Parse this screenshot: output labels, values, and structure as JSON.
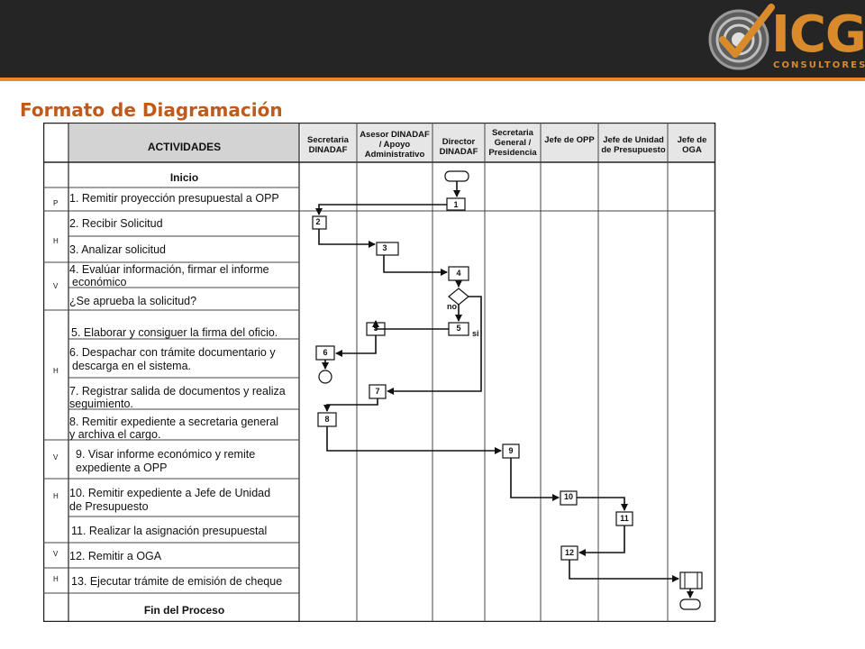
{
  "header": {
    "brand": "ICG",
    "brand_sub": "CONSULTORES"
  },
  "title": "Formato de Diagramación",
  "table": {
    "activities_header": "ACTIVIDADES",
    "roles": [
      "Secretaria DINADAF",
      "Asesor DINADAF / Apoyo Administrativo",
      "Director DINADAF",
      "Secretaria General / Presidencia",
      "Jefe de OPP",
      "Jefe de Unidad de Presupuesto",
      "Jefe de OGA"
    ],
    "start_label": "Inicio",
    "end_label": "Fin del Proceso",
    "codes": [
      "P",
      "H",
      "V",
      "H",
      "V",
      "H",
      "V",
      "H"
    ],
    "activities": [
      "1. Remitir proyección presupuestal a OPP",
      "2. Recibir Solicitud",
      "3. Analizar solicitud",
      "4. Evalúar información, firmar el informe",
      "económico",
      "¿Se aprueba la solicitud?",
      "5. Elaborar y consiguer la firma del oficio.",
      "6. Despachar con trámite documentario y",
      "descarga en el sistema.",
      "7. Registrar  salida de documentos y realiza",
      "seguimiento.",
      "8. Remitir expediente a secretaria general",
      "y archiva el cargo.",
      "9. Visar informe económico y remite",
      "expediente a OPP",
      "10. Remitir expediente a Jefe de Unidad",
      "de Presupuesto",
      "11. Realizar la asignación presupuestal",
      "12. Remitir a OGA",
      "13. Ejecutar trámite de emisión de cheque"
    ],
    "flow_nodes": [
      "1",
      "2",
      "3",
      "4",
      "5",
      "5",
      "6",
      "7",
      "8",
      "9",
      "10",
      "11",
      "12"
    ],
    "decision_no": "no",
    "decision_si": "si"
  }
}
